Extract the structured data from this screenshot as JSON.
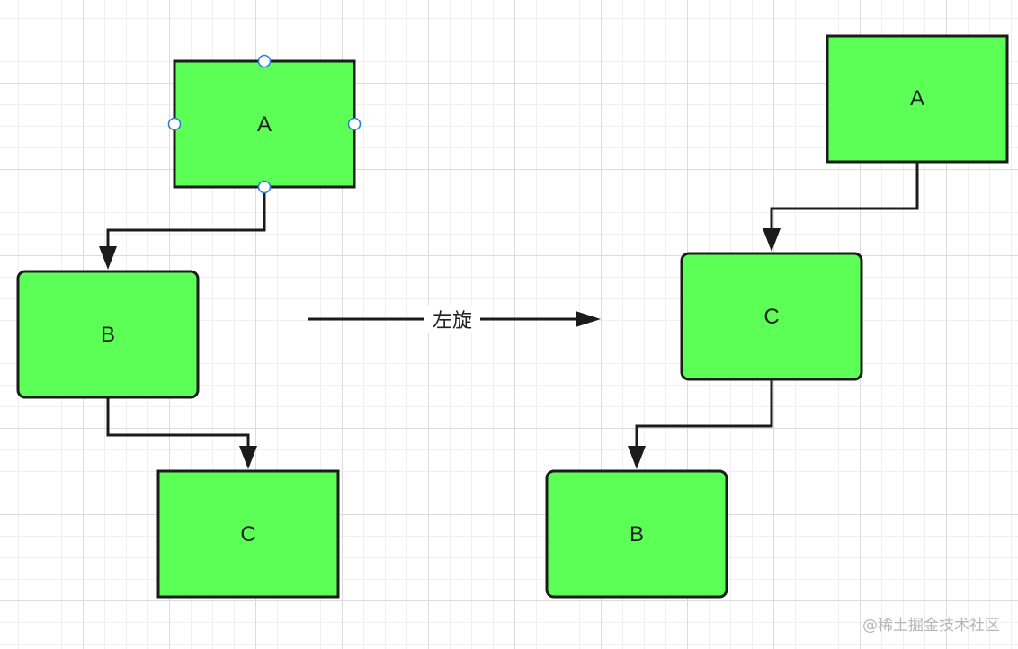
{
  "diagram": {
    "before": {
      "nodes": [
        {
          "id": "A",
          "label": "A"
        },
        {
          "id": "B",
          "label": "B"
        },
        {
          "id": "C",
          "label": "C"
        }
      ]
    },
    "transition": {
      "label": "左旋"
    },
    "after": {
      "nodes": [
        {
          "id": "A",
          "label": "A"
        },
        {
          "id": "C",
          "label": "C"
        },
        {
          "id": "B",
          "label": "B"
        }
      ]
    }
  },
  "watermark": "@稀土掘金技术社区",
  "colors": {
    "node_fill": "#5cff55",
    "node_stroke": "#1b1b1b",
    "handle_stroke": "#2f7fd6",
    "grid_major": "#dcdcdc",
    "grid_minor": "#f0f0f0"
  }
}
